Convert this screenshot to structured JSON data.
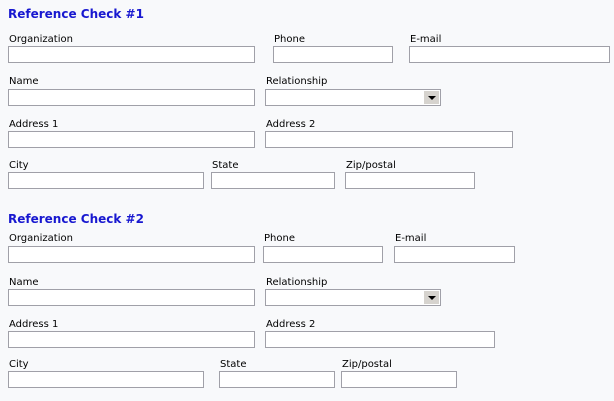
{
  "page": {
    "background_color": "#f8f9fb",
    "heading_color": "#1818d0",
    "label_color": "#000000",
    "field_border_color": "#a0a0a8",
    "field_background_color": "#ffffff"
  },
  "sections": [
    {
      "heading": "Reference Check #1",
      "fields": {
        "organization": {
          "label": "Organization",
          "value": "",
          "placeholder": ""
        },
        "phone": {
          "label": "Phone",
          "value": "",
          "placeholder": ""
        },
        "email": {
          "label": "E-mail",
          "value": "",
          "placeholder": ""
        },
        "name": {
          "label": "Name",
          "value": "",
          "placeholder": ""
        },
        "relationship": {
          "label": "Relationship",
          "value": "",
          "options": []
        },
        "address1": {
          "label": "Address 1",
          "value": "",
          "placeholder": ""
        },
        "address2": {
          "label": "Address 2",
          "value": "",
          "placeholder": ""
        },
        "city": {
          "label": "City",
          "value": "",
          "placeholder": ""
        },
        "state": {
          "label": "State",
          "value": "",
          "placeholder": ""
        },
        "zip": {
          "label": "Zip/postal",
          "value": "",
          "placeholder": ""
        }
      }
    },
    {
      "heading": "Reference Check #2",
      "fields": {
        "organization": {
          "label": "Organization",
          "value": "",
          "placeholder": ""
        },
        "phone": {
          "label": "Phone",
          "value": "",
          "placeholder": ""
        },
        "email": {
          "label": "E-mail",
          "value": "",
          "placeholder": ""
        },
        "name": {
          "label": "Name",
          "value": "",
          "placeholder": ""
        },
        "relationship": {
          "label": "Relationship",
          "value": "",
          "options": []
        },
        "address1": {
          "label": "Address 1",
          "value": "",
          "placeholder": ""
        },
        "address2": {
          "label": "Address 2",
          "value": "",
          "placeholder": ""
        },
        "city": {
          "label": "City",
          "value": "",
          "placeholder": ""
        },
        "state": {
          "label": "State",
          "value": "",
          "placeholder": ""
        },
        "zip": {
          "label": "Zip/postal",
          "value": "",
          "placeholder": ""
        }
      }
    }
  ],
  "icons": {
    "dropdown_arrow": "chevron-down-icon"
  }
}
